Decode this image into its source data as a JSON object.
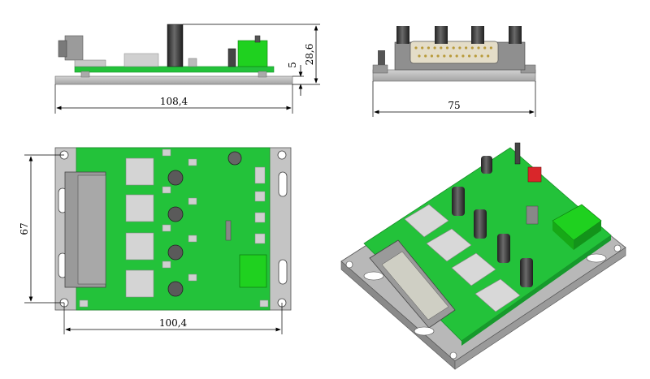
{
  "dimensions": {
    "side_length": "108,4",
    "side_height": "28,6",
    "side_plate": "5",
    "end_width": "75",
    "top_height": "67",
    "top_hole_spacing": "100,4"
  },
  "colors": {
    "pcb_green": "#23c23a",
    "pcb_edge": "#1a8f2a",
    "plate_gray": "#b9b9b9",
    "component_gray": "#c8c8c8",
    "cap_dark": "#3a3a3a",
    "terminal_green": "#1fd11f",
    "switch_red": "#d9262a"
  },
  "icons": {
    "mount_hole": "circle-hole",
    "slot": "rounded-slot",
    "capacitor": "cylinder",
    "db25": "d-sub-connector"
  }
}
